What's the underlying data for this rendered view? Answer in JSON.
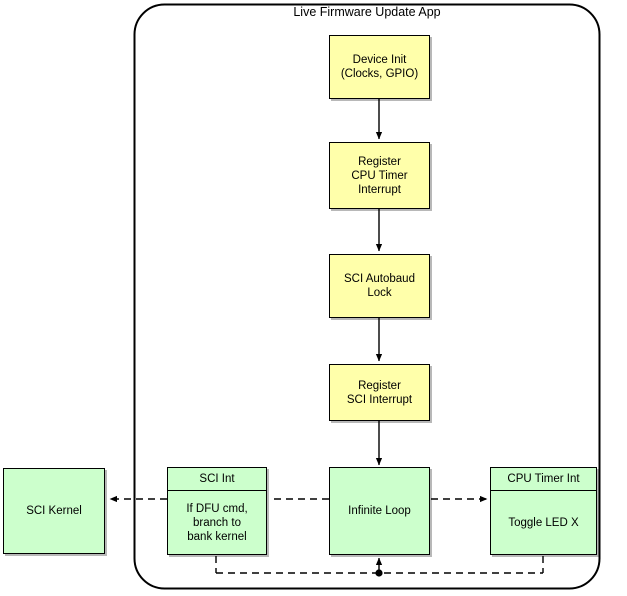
{
  "diagram": {
    "title": "Live Firmware Update App",
    "colors": {
      "yellow_fill": "#ffffaa",
      "green_fill": "#ccffcc",
      "stroke": "#000000",
      "background": "#ffffff"
    },
    "container": {
      "label": "Live Firmware Update App",
      "shape": "rounded-rectangle"
    },
    "nodes": {
      "device_init": "Device Init\n(Clocks, GPIO)",
      "register_cpu_timer": "Register\nCPU Timer\nInterrupt",
      "sci_autobaud": "SCI Autobaud\nLock",
      "register_sci": "Register\nSCI Interrupt",
      "infinite_loop": "Infinite Loop",
      "sci_kernel": "SCI Kernel",
      "sci_int": {
        "header": "SCI Int",
        "body": "If DFU cmd,\nbranch to\nbank kernel"
      },
      "cpu_timer_int": {
        "header": "CPU Timer Int",
        "body": "Toggle LED X"
      }
    },
    "edges": [
      {
        "from": "device_init",
        "to": "register_cpu_timer",
        "style": "solid",
        "arrow": true
      },
      {
        "from": "register_cpu_timer",
        "to": "sci_autobaud",
        "style": "solid",
        "arrow": true
      },
      {
        "from": "sci_autobaud",
        "to": "register_sci",
        "style": "solid",
        "arrow": true
      },
      {
        "from": "register_sci",
        "to": "infinite_loop",
        "style": "solid",
        "arrow": true
      },
      {
        "from": "infinite_loop",
        "to": "cpu_timer_int",
        "style": "dashed",
        "arrow": true
      },
      {
        "from": "infinite_loop",
        "to": "sci_int",
        "style": "dashed",
        "arrow": true
      },
      {
        "from": "sci_int",
        "to": "sci_kernel",
        "style": "dashed",
        "arrow": true
      },
      {
        "from": "cpu_timer_int",
        "to": "infinite_loop",
        "style": "dashed",
        "arrow": true,
        "note": "return path via bottom bus"
      },
      {
        "from": "sci_int",
        "to": "infinite_loop",
        "style": "dashed",
        "arrow": true,
        "note": "return path via bottom bus"
      }
    ]
  }
}
